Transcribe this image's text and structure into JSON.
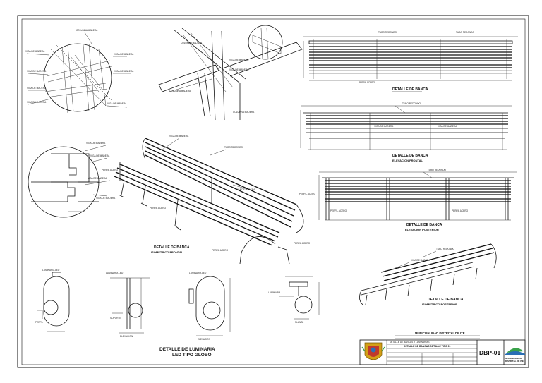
{
  "drawing_labels": {
    "bench_detail_1": "DETALLE DE BANCA",
    "bench_detail_2": "DETALLE DE BANCA",
    "bench_detail_2_sub": "ELEVACION FRONTAL",
    "bench_detail_3": "DETALLE DE BANCA",
    "bench_detail_3_sub": "ELEVACION POSTERIOR",
    "bench_iso_main": "DETALLE DE BANCA",
    "bench_iso_main_sub": "ISOMETRICO FRONTAL",
    "bench_iso_small": "DETALLE DE BANCA",
    "bench_iso_small_sub": "ISOMETRICO POSTERIOR",
    "luminaire_title_line1": "DETALLE DE LUMINARIA",
    "luminaire_title_line2": "LED TIPO GLOBO"
  },
  "title_block": {
    "org": "MUNICIPALIDAD DISTRITAL DE ITE",
    "sheet_code": "DBP-01",
    "logo_text_line1": "MUNICIPALIDAD",
    "logo_text_line2": "DISTRITAL DE ITE",
    "plan_name": "DETALLE DE BANCAS DETALLE TIPO 01"
  },
  "colors": {
    "ink": "#111111",
    "logo_green": "#3aa24a",
    "logo_blue": "#2a6fb5",
    "seal_red": "#c0392b",
    "seal_gold": "#d4a017"
  }
}
